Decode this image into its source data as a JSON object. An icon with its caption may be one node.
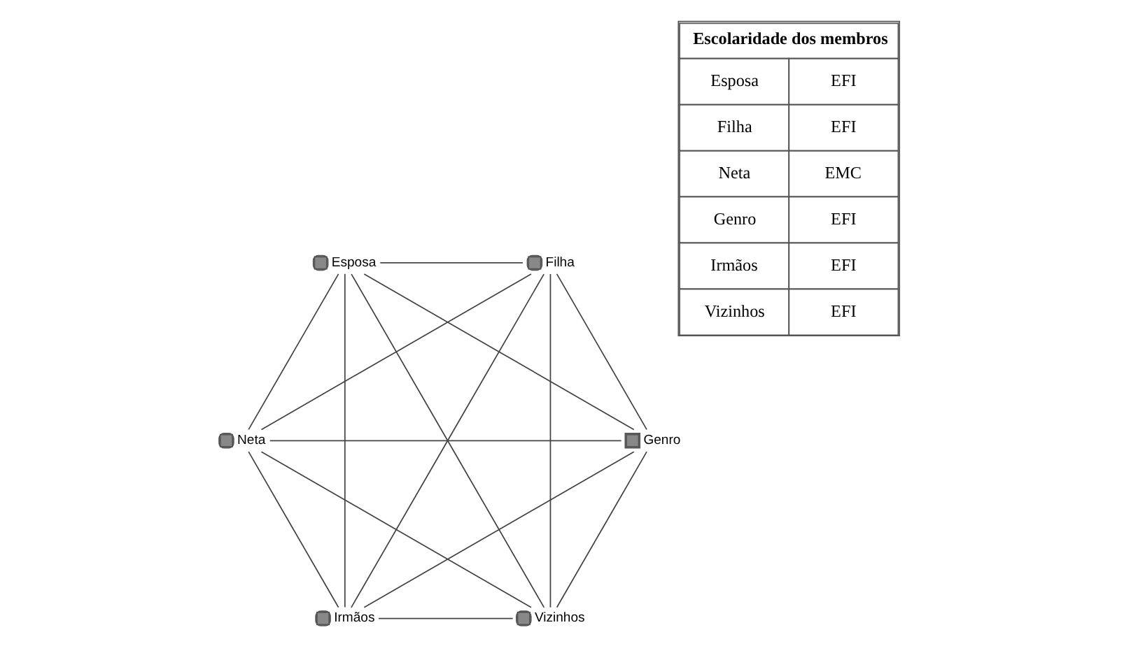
{
  "diagram": {
    "nodes": [
      {
        "text": [
          "Vizinhos"
        ]
      },
      {
        "text": [
          "Genro"
        ]
      },
      {
        "text": [
          "Neta"
        ]
      },
      {
        "text": [
          "Esposa"
        ]
      },
      {
        "text": [
          "Filha"
        ]
      },
      {
        "text": [
          "Irmãos"
        ]
      }
    ],
    "edges": [
      {
        "from": 1,
        "to": 0,
        "arrow": "none"
      },
      {
        "from": 1,
        "to": 2,
        "arrow": "none"
      },
      {
        "from": 1,
        "to": 3,
        "arrow": "none"
      },
      {
        "from": 1,
        "to": 4,
        "arrow": "none"
      },
      {
        "from": 1,
        "to": 5,
        "arrow": "none"
      },
      {
        "from": 0,
        "to": 2,
        "arrow": "none"
      },
      {
        "from": 0,
        "to": 3,
        "arrow": "none"
      },
      {
        "from": 0,
        "to": 4,
        "arrow": "none"
      },
      {
        "from": 0,
        "to": 5,
        "arrow": "none"
      },
      {
        "from": 2,
        "to": 3,
        "arrow": "none"
      },
      {
        "from": 2,
        "to": 4,
        "arrow": "none"
      },
      {
        "from": 2,
        "to": 5,
        "arrow": "none"
      },
      {
        "from": 3,
        "to": 4,
        "arrow": "none"
      },
      {
        "from": 3,
        "to": 5,
        "arrow": "none"
      },
      {
        "from": 5,
        "to": 4,
        "arrow": "none"
      }
    ],
    "labels": [
      "Escolaridade dos membros",
      "Esposa",
      "EFI",
      "Filha",
      "EFI",
      "Neta",
      "EMC",
      "Genro",
      "EFI",
      "Irmãos",
      "EFI",
      "Vizinhos",
      "EFI"
    ]
  }
}
